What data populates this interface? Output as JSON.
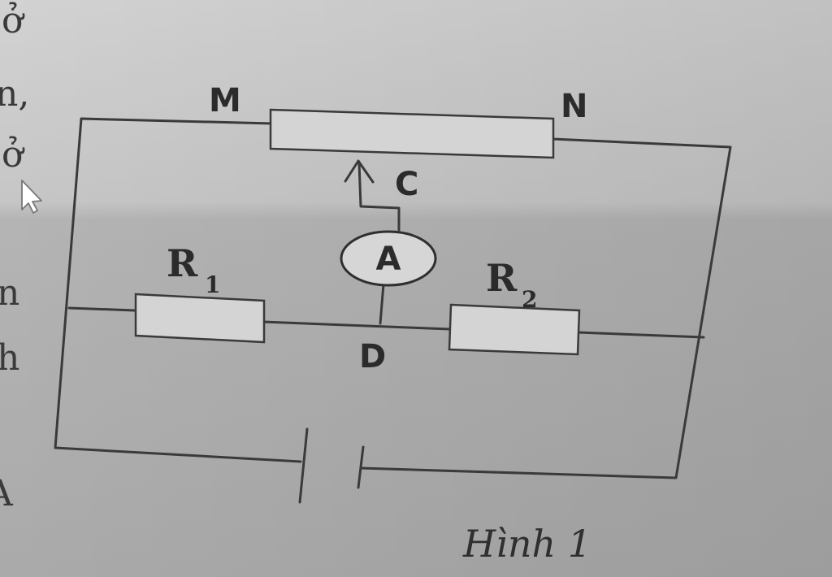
{
  "labels": {
    "node_m": "M",
    "node_n": "N",
    "node_c": "C",
    "node_d": "D",
    "resistor_1": "R",
    "resistor_1_sub": "1",
    "resistor_2": "R",
    "resistor_2_sub": "2",
    "ammeter": "A"
  },
  "caption": "Hình 1",
  "margin_text": [
    "ở",
    "n,",
    "ở",
    "n",
    "h",
    "A"
  ],
  "colors": {
    "paper_top": "#d2d2d2",
    "paper_bottom": "#a9a9a9",
    "wire": "#3a3a3a",
    "resistor_fill": "#d4d4d4"
  },
  "icons": {
    "cursor": "mouse-pointer-icon",
    "arrow": "slider-arrow-icon"
  }
}
